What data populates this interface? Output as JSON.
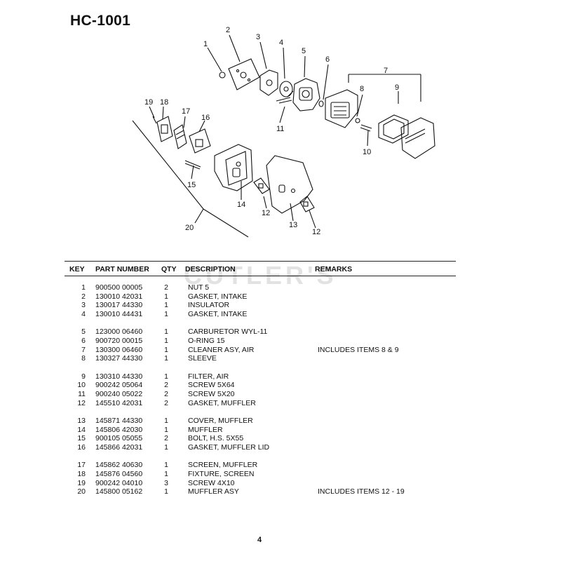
{
  "title": "HC-1001",
  "watermark": "CUTLER'S",
  "columns": {
    "key": "KEY",
    "part_number": "PART NUMBER",
    "qty": "QTY",
    "description": "DESCRIPTION",
    "remarks": "REMARKS"
  },
  "parts": [
    {
      "key": "1",
      "part": "900500 00005",
      "qty": "2",
      "desc": "NUT 5",
      "remarks": ""
    },
    {
      "key": "2",
      "part": "130010 42031",
      "qty": "1",
      "desc": "GASKET, INTAKE",
      "remarks": ""
    },
    {
      "key": "3",
      "part": "130017 44330",
      "qty": "1",
      "desc": "INSULATOR",
      "remarks": ""
    },
    {
      "key": "4",
      "part": "130010 44431",
      "qty": "1",
      "desc": "GASKET, INTAKE",
      "remarks": ""
    },
    {
      "key": "5",
      "part": "123000 06460",
      "qty": "1",
      "desc": "CARBURETOR  WYL-11",
      "remarks": ""
    },
    {
      "key": "6",
      "part": "900720 00015",
      "qty": "1",
      "desc": "O-RING  15",
      "remarks": ""
    },
    {
      "key": "7",
      "part": "130300 06460",
      "qty": "1",
      "desc": "CLEANER ASY,  AIR",
      "remarks": "INCLUDES ITEMS 8 & 9"
    },
    {
      "key": "8",
      "part": "130327 44330",
      "qty": "1",
      "desc": "SLEEVE",
      "remarks": ""
    },
    {
      "key": "9",
      "part": "130310 44330",
      "qty": "1",
      "desc": "FILTER, AIR",
      "remarks": ""
    },
    {
      "key": "10",
      "part": "900242 05064",
      "qty": "2",
      "desc": "SCREW  5X64",
      "remarks": ""
    },
    {
      "key": "11",
      "part": "900240 05022",
      "qty": "2",
      "desc": "SCREW  5X20",
      "remarks": ""
    },
    {
      "key": "12",
      "part": "145510 42031",
      "qty": "2",
      "desc": "GASKET, MUFFLER",
      "remarks": ""
    },
    {
      "key": "13",
      "part": "145871 44330",
      "qty": "1",
      "desc": "COVER, MUFFLER",
      "remarks": ""
    },
    {
      "key": "14",
      "part": "145806 42030",
      "qty": "1",
      "desc": "MUFFLER",
      "remarks": ""
    },
    {
      "key": "15",
      "part": "900105 05055",
      "qty": "2",
      "desc": "BOLT, H.S.  5X55",
      "remarks": ""
    },
    {
      "key": "16",
      "part": "145866 42031",
      "qty": "1",
      "desc": "GASKET, MUFFLER LID",
      "remarks": ""
    },
    {
      "key": "17",
      "part": "145862 40630",
      "qty": "1",
      "desc": "SCREEN, MUFFLER",
      "remarks": ""
    },
    {
      "key": "18",
      "part": "145876 04560",
      "qty": "1",
      "desc": "FIXTURE, SCREEN",
      "remarks": ""
    },
    {
      "key": "19",
      "part": "900242 04010",
      "qty": "3",
      "desc": "SCREW  4X10",
      "remarks": ""
    },
    {
      "key": "20",
      "part": "145800 05162",
      "qty": "1",
      "desc": "MUFFLER ASY",
      "remarks": "INCLUDES ITEMS 12 - 19"
    }
  ],
  "callouts": [
    "1",
    "2",
    "3",
    "4",
    "5",
    "6",
    "7",
    "8",
    "9",
    "10",
    "11",
    "12",
    "12",
    "13",
    "14",
    "15",
    "16",
    "17",
    "18",
    "19",
    "20"
  ],
  "page_number": "4"
}
